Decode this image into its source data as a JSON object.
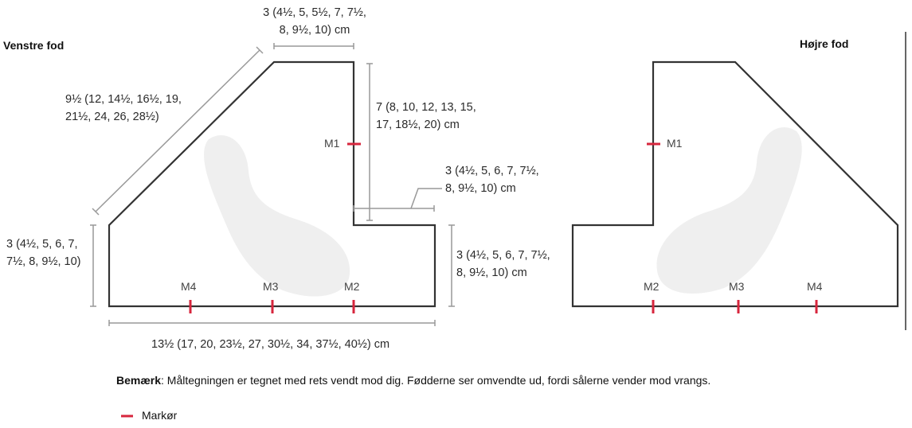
{
  "left_foot": {
    "title": "Venstre fod",
    "dims": {
      "top": [
        "3 (4½, 5, 5½, 7, 7½,",
        "8, 9½, 10) cm"
      ],
      "diagonal": [
        "9½ (12, 14½, 16½, 19,",
        "21½, 24, 26, 28½)"
      ],
      "right_height": [
        "7 (8, 10, 12, 13, 15,",
        "17, 18½, 20) cm"
      ],
      "step_width": [
        "3 (4½, 5, 6, 7, 7½,",
        "8, 9½, 10) cm"
      ],
      "left_height": [
        "3 (4½, 5, 6, 7,",
        "7½, 8, 9½, 10)"
      ],
      "right_low_height": [
        "3 (4½, 5, 6, 7, 7½,",
        "8, 9½, 10) cm"
      ],
      "bottom": "13½ (17, 20, 23½, 27, 30½, 34, 37½, 40½) cm"
    },
    "markers": [
      "M1",
      "M2",
      "M3",
      "M4"
    ]
  },
  "right_foot": {
    "title": "Højre fod",
    "markers": [
      "M1",
      "M2",
      "M3",
      "M4"
    ]
  },
  "note": {
    "label": "Bemærk",
    "text": ": Måltegningen er tegnet med rets vendt mod dig. Fødderne ser omvendte ud, fordi sålerne vender mod vrangs."
  },
  "legend": {
    "marker_label": "Markør"
  },
  "colors": {
    "outline": "#333333",
    "dimension": "#999999",
    "marker": "#d7263d",
    "sole": "#efefef"
  }
}
